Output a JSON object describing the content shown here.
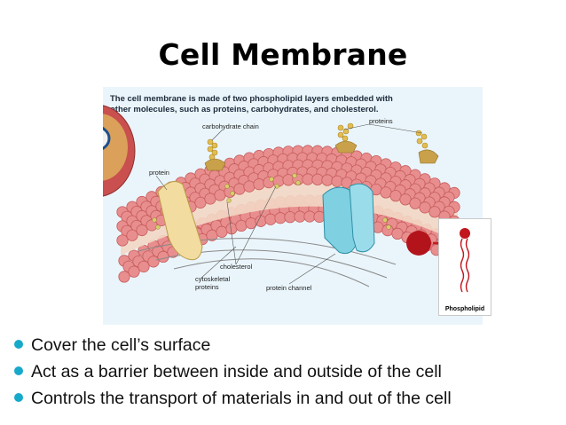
{
  "slide": {
    "title": "Cell Membrane"
  },
  "figure": {
    "caption": "The cell membrane is made of two phospholipid layers embedded with other molecules, such as proteins, carbohydrates, and cholesterol.",
    "labels": {
      "carbohydrate_chain": "carbohydrate chain",
      "proteins": "proteins",
      "protein": "protein",
      "cholesterol": "cholesterol",
      "cytoskeletal": "cytoskeletal\nproteins",
      "protein_channel": "protein channel",
      "phospholipid": "Phospholipid"
    },
    "colors": {
      "head": "#e98e8e",
      "head_dark": "#c55c5c",
      "protein": "#f2dca0",
      "channel": "#7fd0e0",
      "carbohydrate": "#d8b23e",
      "phospholipid_ball": "#b3141b"
    }
  },
  "bullets": [
    "Cover the cell’s surface",
    "Act as a barrier between inside and outside of the cell",
    "Controls the transport of materials in and out of the cell"
  ],
  "theme": {
    "bullet_color": "#17a9c9"
  }
}
